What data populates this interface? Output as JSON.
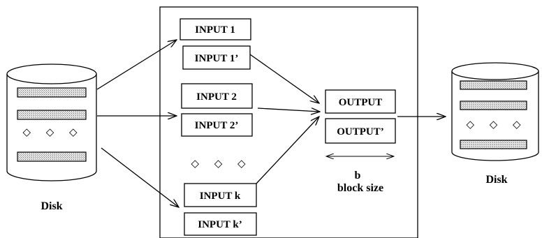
{
  "left_disk": {
    "label": "Disk",
    "ellipsis": "◇ ◇ ◇"
  },
  "right_disk": {
    "label": "Disk",
    "ellipsis": "◇ ◇ ◇"
  },
  "buffer": {
    "inputs": [
      {
        "primary": "INPUT 1",
        "secondary": "INPUT 1’"
      },
      {
        "primary": "INPUT 2",
        "secondary": "INPUT 2’"
      },
      {
        "primary": "INPUT k",
        "secondary": "INPUT k’"
      }
    ],
    "input_ellipsis": "◇ ◇ ◇",
    "output": {
      "primary": "OUTPUT",
      "secondary": "OUTPUT’"
    },
    "block_symbol": "b",
    "block_caption": "block size"
  },
  "colors": {
    "stroke": "#000000",
    "slot_fill": "#bdbdbd",
    "background": "#ffffff"
  }
}
